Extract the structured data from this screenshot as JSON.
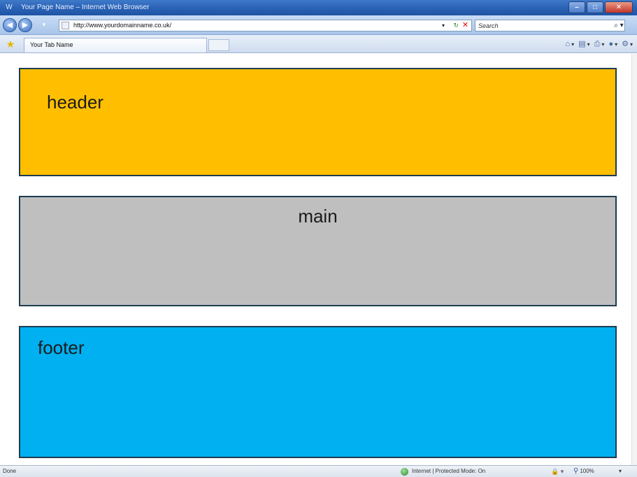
{
  "window": {
    "title": "Your Page Name – Internet Web Browser",
    "minimize_glyph": "–",
    "maximize_glyph": "□",
    "close_glyph": "✕"
  },
  "address_bar": {
    "url": "http://www.yourdomainname.co.uk/",
    "search_placeholder": "Search",
    "search_glyph": "⌕ ▾",
    "refresh_glyph": "↻",
    "stop_glyph": "✕",
    "dropdown_glyph": "▾"
  },
  "tab_bar": {
    "tab_label": "Your Tab Name",
    "favorites_glyph": "★",
    "commands": [
      {
        "name": "home-icon",
        "glyph": "⌂"
      },
      {
        "name": "feeds-icon",
        "glyph": "▤"
      },
      {
        "name": "print-icon",
        "glyph": "⎙"
      },
      {
        "name": "page-icon",
        "glyph": "●"
      },
      {
        "name": "tools-icon",
        "glyph": "⚙"
      }
    ]
  },
  "content": {
    "header_label": "header",
    "main_label": "main",
    "footer_label": "footer",
    "colors": {
      "header": "#ffbf00",
      "main": "#bfbfbf",
      "footer": "#00b0f0",
      "border": "#1d3d52"
    }
  },
  "status_bar": {
    "status_text": "Done",
    "zone_text": "Internet | Protected Mode: On",
    "zoom_text": "100%",
    "dropdown_glyph": "▾"
  }
}
